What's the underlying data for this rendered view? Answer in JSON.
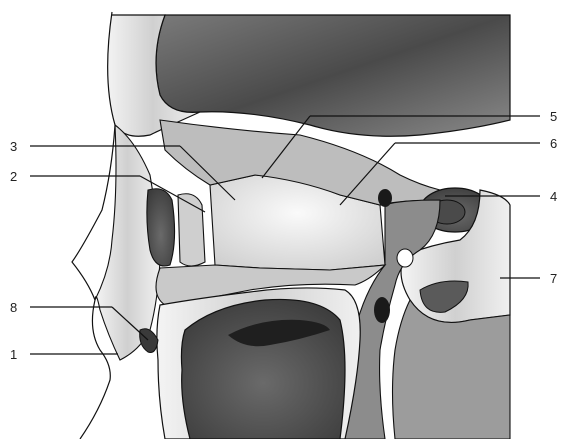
{
  "labels": [
    {
      "id": "1",
      "text": "1"
    },
    {
      "id": "2",
      "text": "2"
    },
    {
      "id": "3",
      "text": "3"
    },
    {
      "id": "4",
      "text": "4"
    },
    {
      "id": "5",
      "text": "5"
    },
    {
      "id": "6",
      "text": "6"
    },
    {
      "id": "7",
      "text": "7"
    },
    {
      "id": "8",
      "text": "8"
    }
  ],
  "colors": {
    "background": "#ffffff",
    "dark_tissue": "#5a5a5a",
    "mid_tissue": "#9a9a9a",
    "light_tissue": "#e6e6e6",
    "outline": "#111111"
  }
}
